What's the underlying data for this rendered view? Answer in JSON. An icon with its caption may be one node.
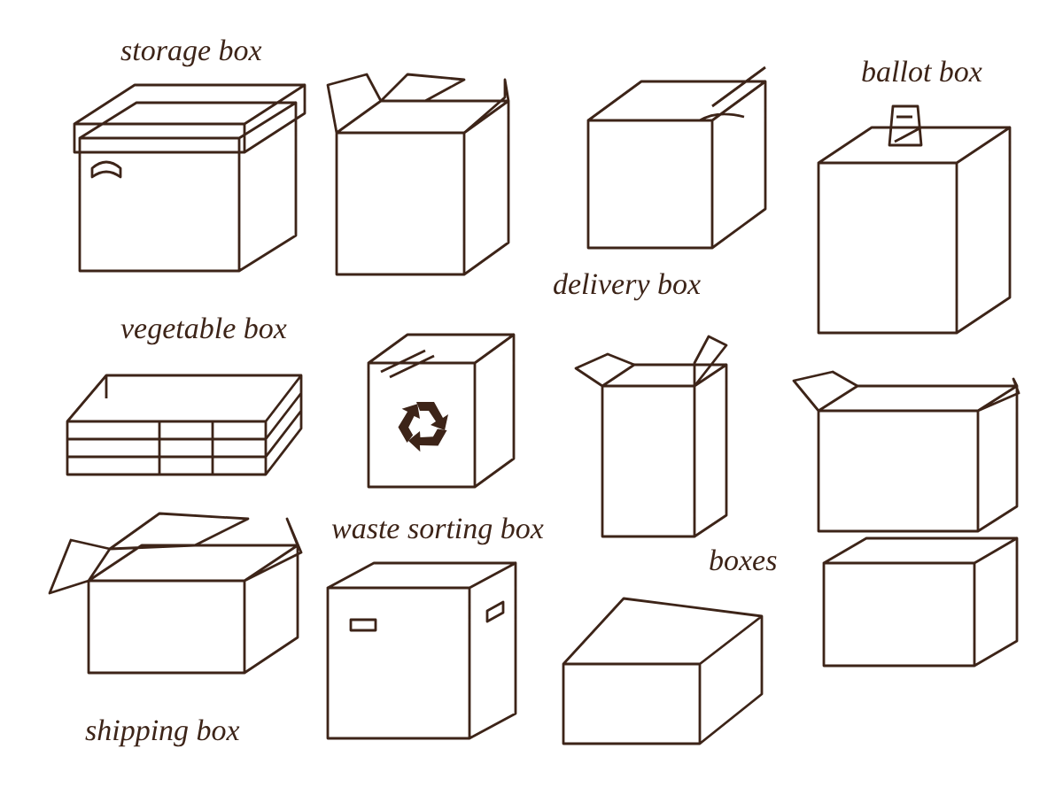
{
  "diagram": {
    "labels": [
      "storage box",
      "ballot box",
      "delivery box",
      "vegetable box",
      "waste sorting box",
      "boxes",
      "shipping box"
    ]
  }
}
